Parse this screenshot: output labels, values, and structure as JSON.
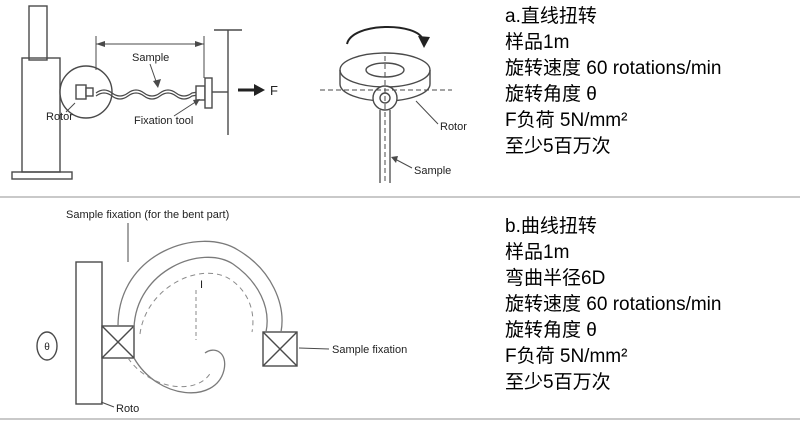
{
  "panel_a": {
    "diagram": {
      "sample_label": "Sample",
      "rotor_label": "Rotor",
      "fixation_tool_label": "Fixation tool",
      "force_label": "F",
      "top_rotor_label": "Rotor",
      "top_sample_label": "Sample"
    },
    "specs": [
      "a.直线扭转",
      "样品1m",
      "旋转速度 60 rotations/min",
      "旋转角度 θ",
      "F负荷 5N/mm²",
      "至少5百万次"
    ]
  },
  "panel_b": {
    "diagram": {
      "bent_fixation_label": "Sample fixation (for the bent part)",
      "sample_fixation_label": "Sample fixation",
      "rotor_label": "Roto",
      "theta_label": "θ",
      "mark_label": "I"
    },
    "specs": [
      "b.曲线扭转",
      "样品1m",
      "弯曲半径6D",
      "旋转速度 60 rotations/min",
      "旋转角度 θ",
      "F负荷 5N/mm²",
      "至少5百万次"
    ]
  }
}
